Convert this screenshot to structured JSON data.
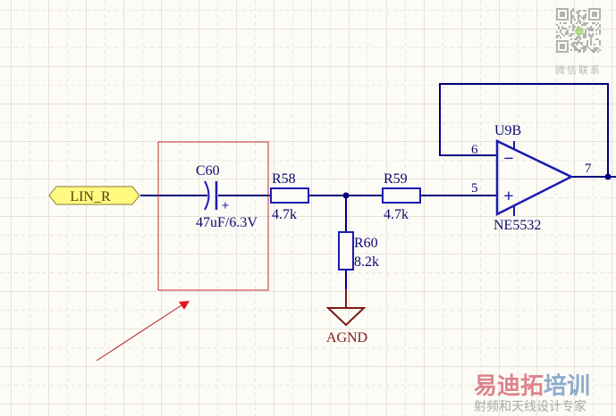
{
  "colors": {
    "background": "#fdfbf6",
    "grid_solid": "#e6e2d9",
    "grid_dashed": "#e9e6de",
    "wire": "#000080",
    "component": "#1a1ab0",
    "label": "#0a0a6e",
    "ground": "#7a1a12",
    "port_fill": "#fffa80",
    "port_stroke": "#8a7a30",
    "port_text": "#5a3a10",
    "highlight_box": "#c03030",
    "arrow": "#b01818",
    "watermark_red": "#d8707a",
    "watermark_blue": "#7a9cc8",
    "watermark_gray": "#9a9a9a"
  },
  "port": {
    "name": "LIN_R"
  },
  "capacitor": {
    "designator": "C60",
    "value": "47uF/6.3V",
    "polarity": "+"
  },
  "resistors": [
    {
      "designator": "R58",
      "value": "4.7k"
    },
    {
      "designator": "R59",
      "value": "4.7k"
    },
    {
      "designator": "R60",
      "value": "8.2k"
    }
  ],
  "ground": {
    "net": "AGND"
  },
  "opamp": {
    "designator": "U9B",
    "part": "NE5532",
    "pins": {
      "inverting": "6",
      "non_inverting": "5",
      "output": "7"
    },
    "inverting_sign": "−",
    "non_inverting_sign": "+"
  },
  "watermark": {
    "qr_caption": "微信联系",
    "brand": [
      "易迪拓",
      "培训"
    ],
    "tagline": "射频和天线设计专家"
  }
}
